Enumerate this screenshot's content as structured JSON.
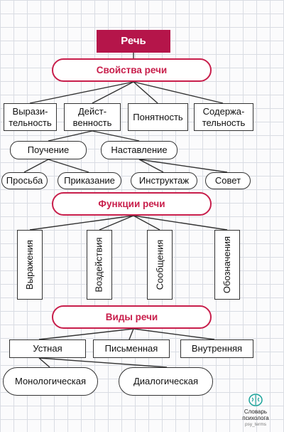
{
  "title": "Речь",
  "properties": {
    "header": "Свойства речи",
    "items": [
      "Вырази-\nтельность",
      "Дейст-\nвенность",
      "Понятность",
      "Содержа-\nтельность"
    ],
    "effectiveness_types": [
      "Поучение",
      "Наставление"
    ],
    "forms": [
      "Просьба",
      "Приказание",
      "Инструктаж",
      "Совет"
    ]
  },
  "functions": {
    "header": "Функции речи",
    "items": [
      "Выражения",
      "Воздействия",
      "Сообщения",
      "Обозначения"
    ]
  },
  "types": {
    "header": "Виды речи",
    "items": [
      "Устная",
      "Письменная",
      "Внутренняя"
    ],
    "oral_subtypes": [
      "Монологическая",
      "Диалогическая"
    ]
  },
  "watermark": {
    "title": "Словарь психолога",
    "handle": "psy_terms",
    "accent": "#1aa39a"
  },
  "colors": {
    "title_fill": "#b5154a",
    "pill_border": "#c81e4b"
  }
}
